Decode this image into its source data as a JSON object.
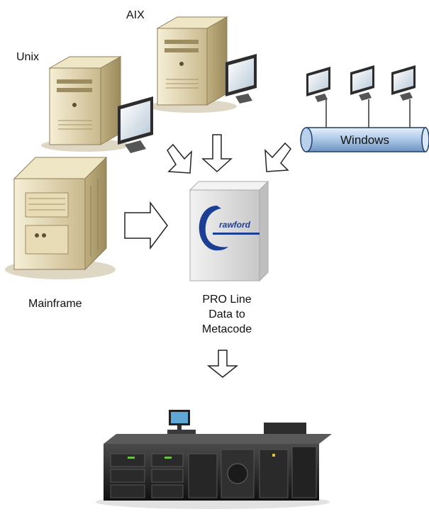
{
  "nodes": {
    "unix": {
      "label": "Unix"
    },
    "aix": {
      "label": "AIX"
    },
    "windows": {
      "label": "Windows"
    },
    "mainframe": {
      "label": "Mainframe"
    },
    "crawford": {
      "logo_text": "rawford",
      "caption_lines": [
        "PRO Line",
        "Data to",
        "Metacode"
      ]
    },
    "printer": {
      "label": ""
    }
  }
}
